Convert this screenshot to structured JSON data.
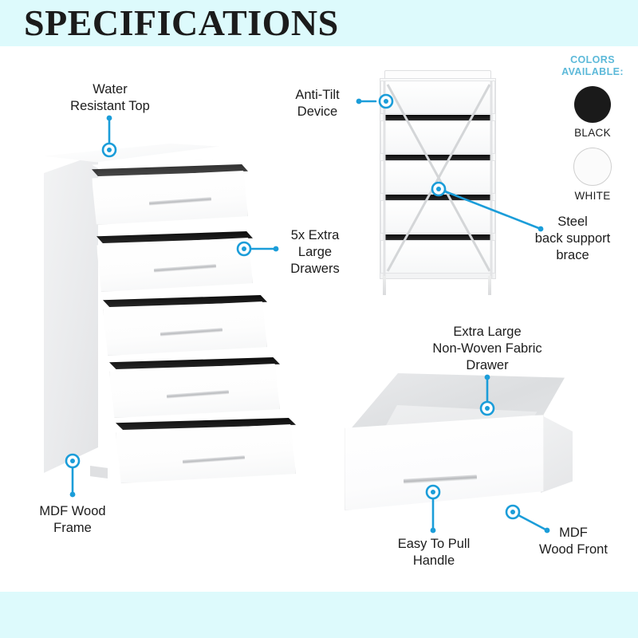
{
  "header": {
    "title": "SPECIFICATIONS"
  },
  "colors_panel": {
    "title": "COLORS\nAVAILABLE:",
    "swatches": [
      {
        "label": "BLACK",
        "hex": "#1a1a1a"
      },
      {
        "label": "WHITE",
        "hex": "#fbfbfb"
      }
    ]
  },
  "accent_color": "#1b9dd9",
  "band_color": "#ddfafc",
  "callouts": [
    {
      "id": "water-resistant-top",
      "text": "Water\nResistant Top"
    },
    {
      "id": "five-drawers",
      "text": "5x Extra\nLarge\nDrawers"
    },
    {
      "id": "mdf-wood-frame",
      "text": "MDF Wood\nFrame"
    },
    {
      "id": "anti-tilt-device",
      "text": "Anti-Tilt\nDevice"
    },
    {
      "id": "steel-back-brace",
      "text": "Steel\nback support\nbrace"
    },
    {
      "id": "non-woven-drawer",
      "text": "Extra Large\nNon-Woven Fabric\nDrawer"
    },
    {
      "id": "easy-pull-handle",
      "text": "Easy To Pull\nHandle"
    },
    {
      "id": "mdf-wood-front",
      "text": "MDF\nWood Front"
    }
  ],
  "product": {
    "drawer_count": 5,
    "back_panel_count": 5
  }
}
